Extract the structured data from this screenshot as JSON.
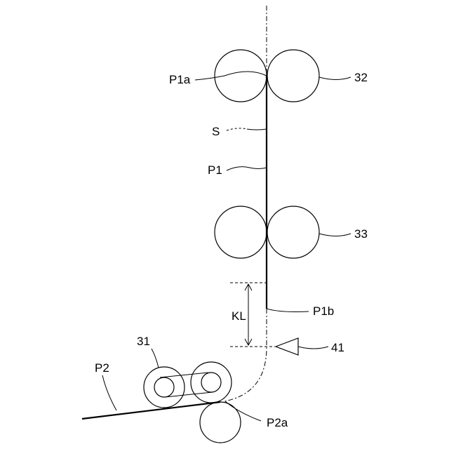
{
  "labels": {
    "p1a": "P1a",
    "r32": "32",
    "s": "S",
    "p1": "P1",
    "r33": "33",
    "kl": "KL",
    "p1b": "P1b",
    "r31": "31",
    "p2": "P2",
    "r41": "41",
    "p2a": "P2a"
  }
}
